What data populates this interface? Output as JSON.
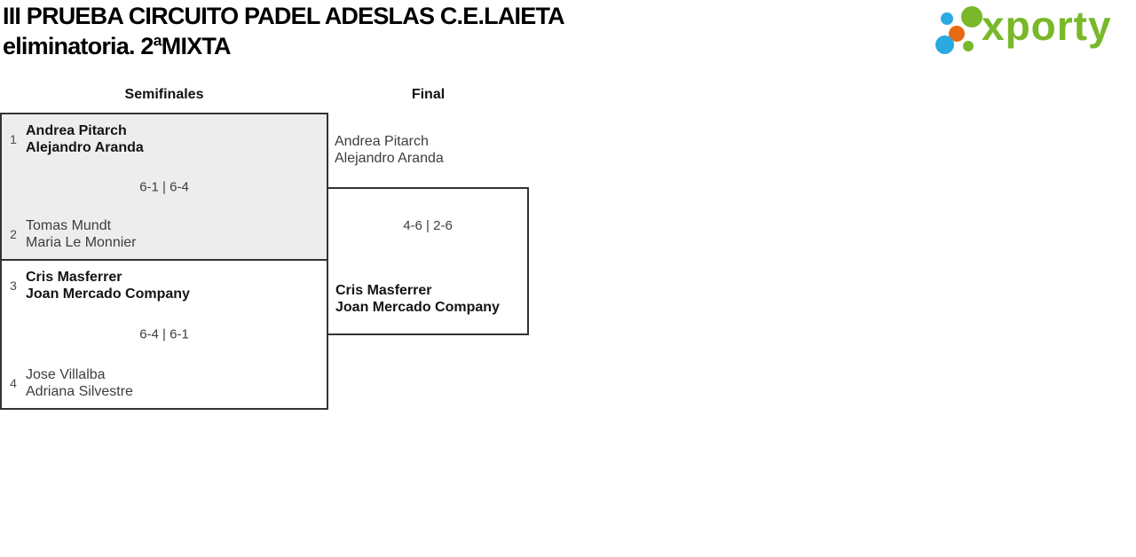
{
  "page": {
    "title_line1": "III PRUEBA CIRCUITO PADEL ADESLAS C.E.LAIETA",
    "title_line2": "eliminatoria. 2ªMIXTA"
  },
  "logo": {
    "text": "xporty",
    "brand_green": "#79b829",
    "brand_blue": "#2ba9e1",
    "brand_orange": "#e66a13"
  },
  "bracket": {
    "round_labels": [
      "Semifinales",
      "Final"
    ],
    "semifinal_1": {
      "team_top": {
        "seed": "1",
        "player1": "Andrea Pitarch",
        "player2": "Alejandro Aranda"
      },
      "score": "6-1 | 6-4",
      "team_bottom": {
        "seed": "2",
        "player1": "Tomas Mundt",
        "player2": "Maria Le Monnier"
      }
    },
    "semifinal_2": {
      "team_top": {
        "seed": "3",
        "player1": "Cris Masferrer",
        "player2": "Joan Mercado Company"
      },
      "score": "6-4 | 6-1",
      "team_bottom": {
        "seed": "4",
        "player1": "Jose Villalba",
        "player2": "Adriana Silvestre"
      }
    },
    "final": {
      "team_top": {
        "player1": "Andrea Pitarch",
        "player2": "Alejandro Aranda"
      },
      "score": "4-6 | 2-6",
      "team_bottom": {
        "player1": "Cris Masferrer",
        "player2": "Joan Mercado Company"
      }
    }
  }
}
